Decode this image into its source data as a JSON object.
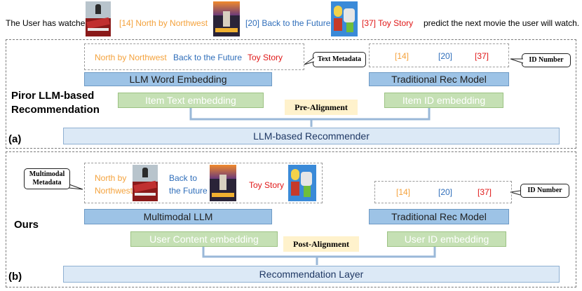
{
  "header": {
    "prefix": "The User has watched",
    "movie1": "[14] North by Northwest",
    "movie2": "[20] Back to the Future",
    "movie3": "[37] Toy Story",
    "suffix": "predict the next movie the user will watch."
  },
  "panel_a": {
    "tag": "(a)",
    "side_label_line1": "Piror LLM-based",
    "side_label_line2": "Recommendation",
    "titles": [
      "North by Northwest",
      "Back to the Future",
      "Toy Story"
    ],
    "callout_text": "Text Metadata",
    "ids": [
      "[14]",
      "[20]",
      "[37]"
    ],
    "callout_id": "ID Number",
    "llm_embedding": "LLM Word Embedding",
    "rec_model": "Traditional Rec Model",
    "item_text_embedding": "Item Text embedding",
    "item_id_embedding": "Item ID embedding",
    "alignment": "Pre-Alignment",
    "bottom": "LLM-based Recommender"
  },
  "panel_b": {
    "tag": "(b)",
    "side_label": "Ours",
    "callout_text_line1": "Multimodal",
    "callout_text_line2": "Metadata",
    "title1_line1": "North by",
    "title1_line2": "Northwest",
    "title2_line1": "Back to",
    "title2_line2": "the Future",
    "title3": "Toy Story",
    "ids": [
      "[14]",
      "[20]",
      "[37]"
    ],
    "callout_id": "ID Number",
    "llm": "Multimodal LLM",
    "rec_model": "Traditional Rec Model",
    "user_content_embedding": "User Content embedding",
    "user_id_embedding": "User ID embedding",
    "alignment": "Post-Alignment",
    "bottom": "Recommendation Layer"
  },
  "colors": {
    "title_orange": "#f4a23c",
    "title_blue": "#2f6eba",
    "title_red": "#e01818",
    "embedding_blue": "#9dc3e6",
    "embedding_green": "#c5e0b4",
    "alignment_yellow": "#fff2cc",
    "bottom_box": "#dce9f6"
  }
}
